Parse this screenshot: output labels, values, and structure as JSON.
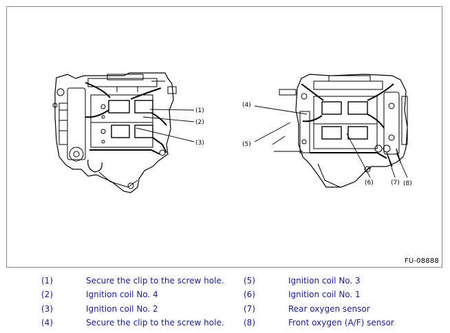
{
  "figure": {
    "code": "FU-08888",
    "callouts": [
      "(1)",
      "(2)",
      "(3)",
      "(4)",
      "(5)",
      "(6)",
      "(7)",
      "(8)"
    ]
  },
  "legend": [
    {
      "num": "(1)",
      "text": "Secure the clip to the screw hole."
    },
    {
      "num": "(2)",
      "text": "Ignition coil No. 4"
    },
    {
      "num": "(3)",
      "text": "Ignition coil No. 2"
    },
    {
      "num": "(4)",
      "text": "Secure the clip to the screw hole."
    },
    {
      "num": "(5)",
      "text": "Ignition coil No. 3"
    },
    {
      "num": "(6)",
      "text": "Ignition coil No. 1"
    },
    {
      "num": "(7)",
      "text": "Rear oxygen sensor"
    },
    {
      "num": "(8)",
      "text": "Front oxygen (A/F) sensor"
    }
  ],
  "colors": {
    "legend_text": "#1b1b8c",
    "line": "#000000",
    "frame": "#8a8a8a"
  }
}
